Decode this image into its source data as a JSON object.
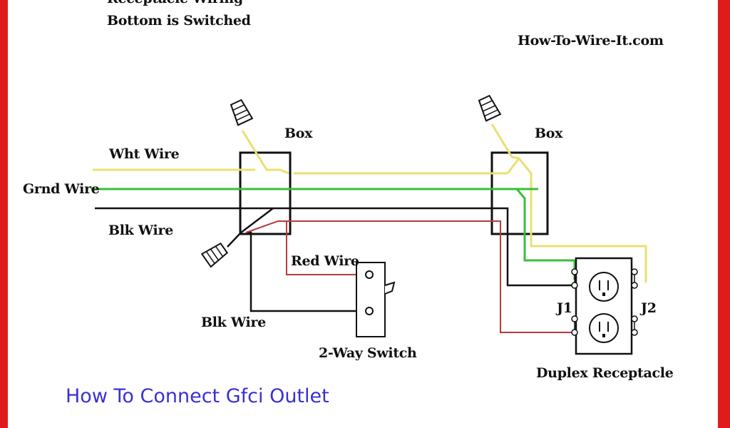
{
  "header": {
    "cut_line": "Receptacle Wiring",
    "subtitle": "Bottom is Switched",
    "site": "How-To-Wire-It.com"
  },
  "labels": {
    "box_left": "Box",
    "box_right": "Box",
    "white_wire": "Wht Wire",
    "ground_wire": "Grnd Wire",
    "black_wire_top": "Blk Wire",
    "red_wire": "Red Wire",
    "black_wire_bottom": "Blk Wire",
    "switch": "2-Way Switch",
    "terminal_j1": "J1",
    "terminal_j2": "J2",
    "receptacle": "Duplex Receptacle"
  },
  "caption": "How To Connect Gfci Outlet",
  "colors": {
    "frame": "#e01b1b",
    "white_wire": "#e8e070",
    "ground_wire": "#38c038",
    "black_wire": "#111111",
    "red_wire": "#b83a3a",
    "caption": "#3a30d2"
  },
  "icons": [
    "wire-nut-icon",
    "toggle-switch-icon",
    "outlet-icon"
  ]
}
